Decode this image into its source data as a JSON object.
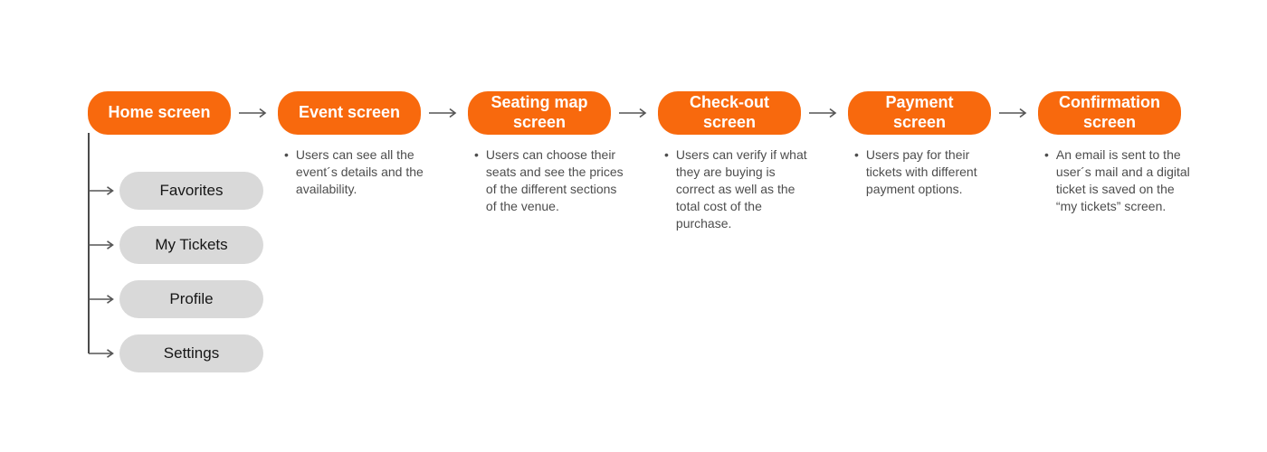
{
  "bullet_char": "•",
  "diagram": {
    "steps": [
      {
        "label": "Home screen"
      },
      {
        "label": "Event screen",
        "bullet": "Users can see all the event´s details and the availability."
      },
      {
        "label": "Seating map screen",
        "bullet": "Users can choose their seats and see the prices of the different sections of the venue."
      },
      {
        "label": "Check-out screen",
        "bullet": "Users can verify if what they are buying is correct as well as the total cost of the purchase."
      },
      {
        "label": "Payment screen",
        "bullet": "Users pay for their tickets with different payment options."
      },
      {
        "label": "Confirmation screen",
        "bullet": "An email is sent to the user´s mail and a digital ticket is saved on the “my tickets” screen."
      }
    ],
    "home_children": [
      "Favorites",
      "My Tickets",
      "Profile",
      "Settings"
    ]
  },
  "colors": {
    "background": "#FFFFFF",
    "node_primary": "#F8690D",
    "node_primary_text": "#FFFFFF",
    "node_secondary": "#D9D9D9",
    "node_secondary_text": "#161616",
    "description_text": "#4D4D4D",
    "connector": "#555555",
    "connector_dark": "#1E1E1E"
  }
}
